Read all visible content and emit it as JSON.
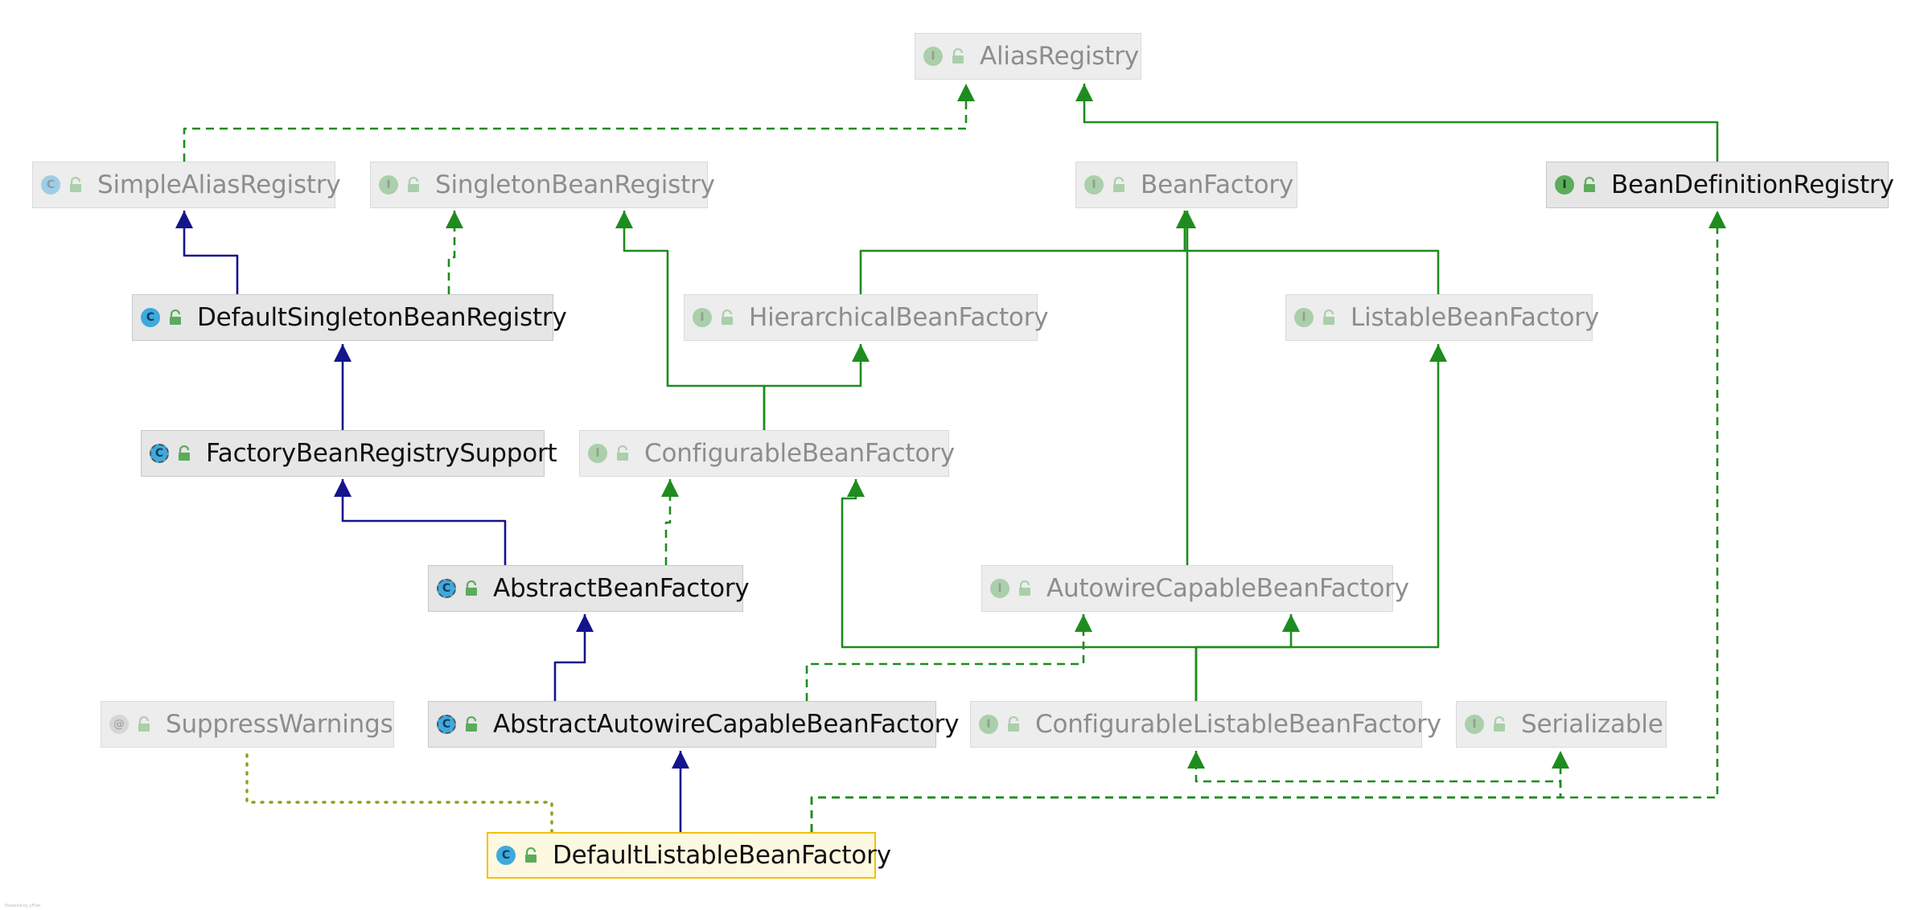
{
  "nodes": [
    {
      "id": "alias",
      "label": "AliasRegistry",
      "kind": "interface",
      "badge": "I",
      "faded": true
    },
    {
      "id": "simple",
      "label": "SimpleAliasRegistry",
      "kind": "class",
      "badge": "C",
      "faded": true
    },
    {
      "id": "singleton",
      "label": "SingletonBeanRegistry",
      "kind": "interface",
      "badge": "I",
      "faded": true
    },
    {
      "id": "beanfactory",
      "label": "BeanFactory",
      "kind": "interface",
      "badge": "I",
      "faded": true
    },
    {
      "id": "bdr",
      "label": "BeanDefinitionRegistry",
      "kind": "interface",
      "badge": "I",
      "faded": false
    },
    {
      "id": "dsbr",
      "label": "DefaultSingletonBeanRegistry",
      "kind": "class",
      "badge": "C",
      "faded": false
    },
    {
      "id": "hbf",
      "label": "HierarchicalBeanFactory",
      "kind": "interface",
      "badge": "I",
      "faded": true
    },
    {
      "id": "lbf",
      "label": "ListableBeanFactory",
      "kind": "interface",
      "badge": "I",
      "faded": true
    },
    {
      "id": "fbrs",
      "label": "FactoryBeanRegistrySupport",
      "kind": "abstract",
      "badge": "C",
      "faded": false
    },
    {
      "id": "cbf",
      "label": "ConfigurableBeanFactory",
      "kind": "interface",
      "badge": "I",
      "faded": true
    },
    {
      "id": "abf",
      "label": "AbstractBeanFactory",
      "kind": "abstract",
      "badge": "C",
      "faded": false
    },
    {
      "id": "acbf",
      "label": "AutowireCapableBeanFactory",
      "kind": "interface",
      "badge": "I",
      "faded": true
    },
    {
      "id": "sw",
      "label": "SuppressWarnings",
      "kind": "annotation",
      "badge": "@",
      "faded": true
    },
    {
      "id": "aacbf",
      "label": "AbstractAutowireCapableBeanFactory",
      "kind": "abstract",
      "badge": "C",
      "faded": false
    },
    {
      "id": "clbf",
      "label": "ConfigurableListableBeanFactory",
      "kind": "interface",
      "badge": "I",
      "faded": true
    },
    {
      "id": "ser",
      "label": "Serializable",
      "kind": "interface",
      "badge": "I",
      "faded": true
    },
    {
      "id": "dlbf",
      "label": "DefaultListableBeanFactory",
      "kind": "class",
      "badge": "C",
      "faded": false,
      "selected": true
    }
  ],
  "edges": [
    {
      "from": "simple",
      "to": "alias",
      "type": "implements"
    },
    {
      "from": "bdr",
      "to": "alias",
      "type": "interface-extends"
    },
    {
      "from": "dsbr",
      "to": "simple",
      "type": "extends"
    },
    {
      "from": "dsbr",
      "to": "singleton",
      "type": "implements"
    },
    {
      "from": "fbrs",
      "to": "dsbr",
      "type": "extends"
    },
    {
      "from": "hbf",
      "to": "beanfactory",
      "type": "interface-extends"
    },
    {
      "from": "lbf",
      "to": "beanfactory",
      "type": "interface-extends"
    },
    {
      "from": "acbf",
      "to": "beanfactory",
      "type": "interface-extends"
    },
    {
      "from": "cbf",
      "to": "hbf",
      "type": "interface-extends"
    },
    {
      "from": "cbf",
      "to": "singleton",
      "type": "interface-extends"
    },
    {
      "from": "abf",
      "to": "fbrs",
      "type": "extends"
    },
    {
      "from": "abf",
      "to": "cbf",
      "type": "implements"
    },
    {
      "from": "aacbf",
      "to": "abf",
      "type": "extends"
    },
    {
      "from": "aacbf",
      "to": "acbf",
      "type": "implements"
    },
    {
      "from": "clbf",
      "to": "cbf",
      "type": "interface-extends"
    },
    {
      "from": "clbf",
      "to": "acbf",
      "type": "interface-extends"
    },
    {
      "from": "clbf",
      "to": "lbf",
      "type": "interface-extends"
    },
    {
      "from": "dlbf",
      "to": "aacbf",
      "type": "extends"
    },
    {
      "from": "dlbf",
      "to": "clbf",
      "type": "implements"
    },
    {
      "from": "dlbf",
      "to": "ser",
      "type": "implements"
    },
    {
      "from": "dlbf",
      "to": "bdr",
      "type": "implements"
    },
    {
      "from": "dlbf",
      "to": "sw",
      "type": "annotated-with"
    }
  ],
  "colors": {
    "extends": "#14148c",
    "interface_extends": "#1e8c1e",
    "implements": "#1e8c1e",
    "annotation": "#8ca01e",
    "selected_border": "#f2c200"
  },
  "footer": {
    "text": "Powered by yFiles"
  }
}
